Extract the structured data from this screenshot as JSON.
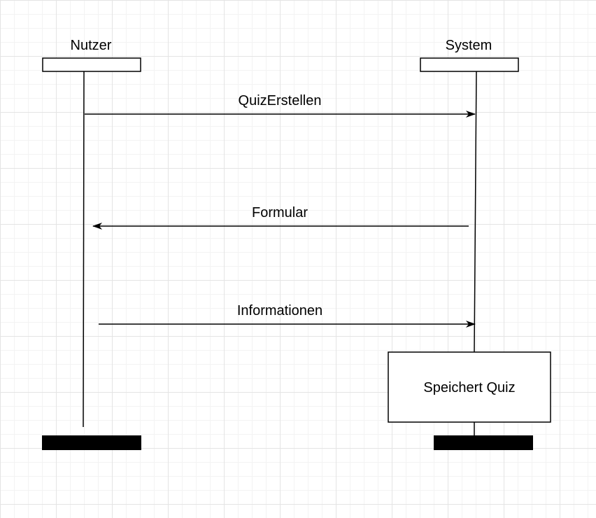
{
  "participants": [
    {
      "name": "Nutzer"
    },
    {
      "name": "System"
    }
  ],
  "messages": [
    {
      "label": "QuizErstellen",
      "from": "Nutzer",
      "to": "System"
    },
    {
      "label": "Formular",
      "from": "System",
      "to": "Nutzer"
    },
    {
      "label": "Informationen",
      "from": "Nutzer",
      "to": "System"
    }
  ],
  "process_box": {
    "label": "Speichert Quiz",
    "participant": "System"
  },
  "colors": {
    "line": "#000000",
    "box_fill": "#ffffff",
    "terminator": "#000000"
  }
}
